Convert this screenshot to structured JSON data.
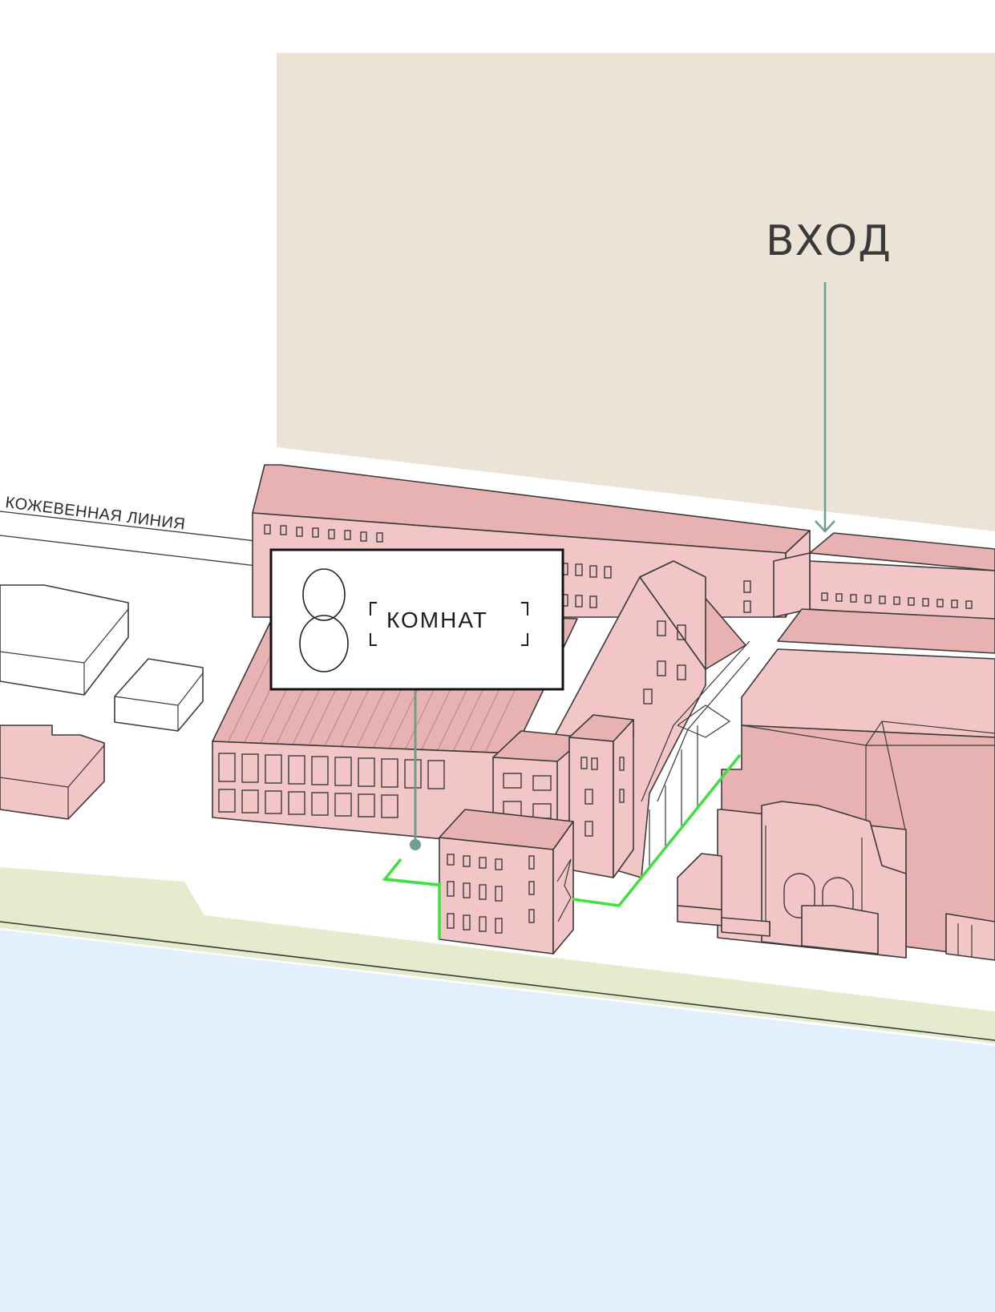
{
  "map": {
    "street_label": "КОЖЕВЕННАЯ ЛИНИЯ",
    "entrance_label": "ВХОД"
  },
  "logo": {
    "numeral": "8",
    "word": "КОМНАТ"
  },
  "colors": {
    "building_fill": "#f2c6c6",
    "building_shade": "#e8b2b2",
    "beige_block": "#ebe4d6",
    "green_strip": "#e5ebcd",
    "water": "#e1f0fc",
    "route_line": "#6f9d91",
    "highlight_outline": "#3fe03f",
    "stroke": "#3a3a3a"
  },
  "icons": [
    "entrance-arrow-icon",
    "location-pin-icon"
  ]
}
